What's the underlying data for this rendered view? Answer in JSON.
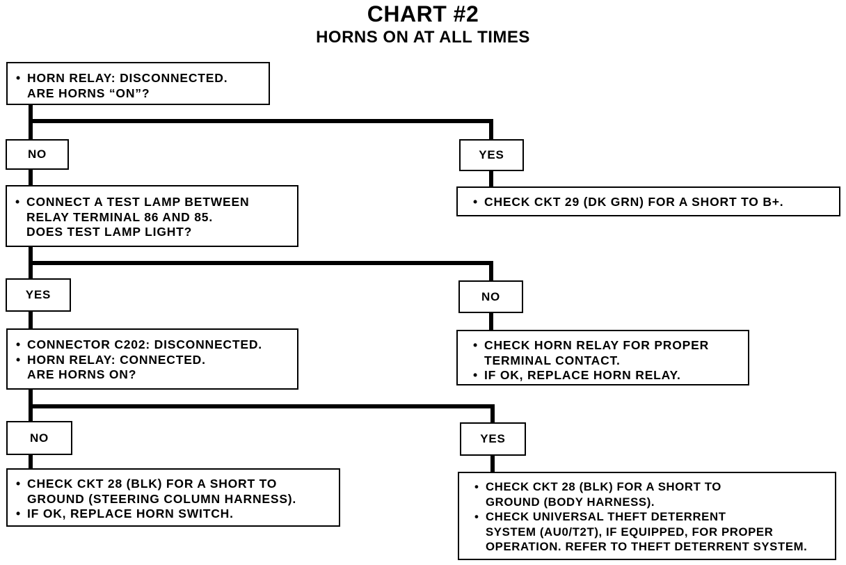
{
  "chart_title": "CHART #2",
  "chart_subtitle": "HORNS ON AT ALL TIMES",
  "boxes": {
    "q1": {
      "lines": [
        {
          "bullet": "•",
          "text": "HORN RELAY: DISCONNECTED."
        },
        {
          "bullet": "",
          "text": "ARE HORNS “ON”?"
        }
      ]
    },
    "no1": "NO",
    "yes1": "YES",
    "q2": {
      "lines": [
        {
          "bullet": "•",
          "text": "CONNECT A TEST LAMP BETWEEN"
        },
        {
          "bullet": "",
          "text": "RELAY TERMINAL 86 AND 85."
        },
        {
          "bullet": "",
          "text": "DOES TEST LAMP LIGHT?"
        }
      ]
    },
    "a1": {
      "lines": [
        {
          "bullet": "•",
          "text": "CHECK CKT 29 (DK GRN) FOR A SHORT TO B+."
        }
      ]
    },
    "yes2": "YES",
    "no2": "NO",
    "q3": {
      "lines": [
        {
          "bullet": "•",
          "text": "CONNECTOR C202: DISCONNECTED."
        },
        {
          "bullet": "•",
          "text": "HORN RELAY: CONNECTED."
        },
        {
          "bullet": "",
          "text": "ARE HORNS ON?"
        }
      ]
    },
    "a2": {
      "lines": [
        {
          "bullet": "•",
          "text": "CHECK HORN RELAY FOR PROPER"
        },
        {
          "bullet": "",
          "text": "TERMINAL CONTACT."
        },
        {
          "bullet": "•",
          "text": "IF OK, REPLACE HORN RELAY."
        }
      ]
    },
    "no3": "NO",
    "yes3": "YES",
    "a3": {
      "lines": [
        {
          "bullet": "•",
          "text": "CHECK CKT 28 (BLK) FOR A SHORT TO"
        },
        {
          "bullet": "",
          "text": "GROUND (STEERING COLUMN HARNESS)."
        },
        {
          "bullet": "•",
          "text": "IF OK, REPLACE HORN SWITCH."
        }
      ]
    },
    "a4": {
      "lines": [
        {
          "bullet": "•",
          "text": "CHECK CKT 28 (BLK) FOR A SHORT TO"
        },
        {
          "bullet": "",
          "text": "GROUND (BODY HARNESS)."
        },
        {
          "bullet": "•",
          "text": "CHECK UNIVERSAL THEFT DETERRENT"
        },
        {
          "bullet": "",
          "text": "SYSTEM (AU0/T2T), IF EQUIPPED, FOR PROPER"
        },
        {
          "bullet": "",
          "text": "OPERATION. REFER TO THEFT DETERRENT SYSTEM."
        }
      ]
    }
  }
}
